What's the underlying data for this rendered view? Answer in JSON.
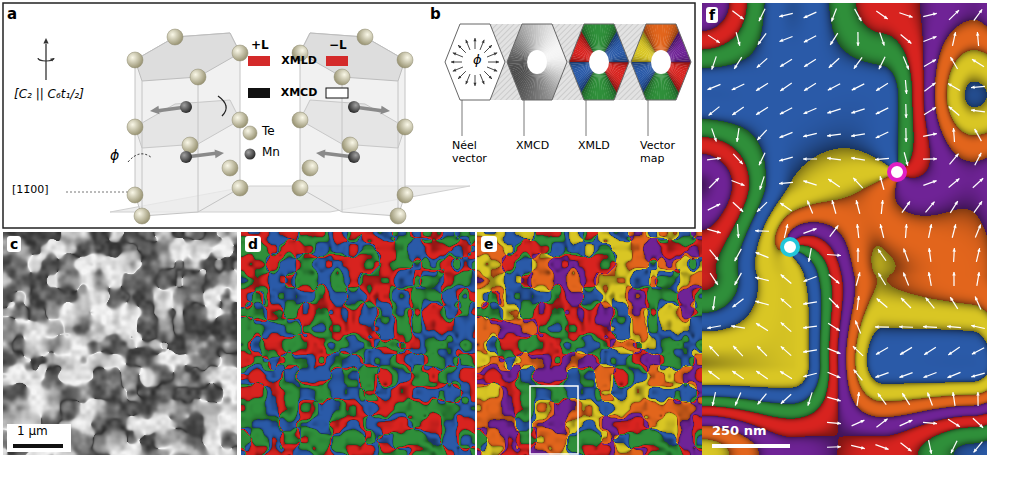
{
  "diagram": {
    "labels": [
      "a",
      "[C₂ || C₆t₁/₂]",
      "+L",
      "XMLD",
      "−L",
      "XMCD",
      "Te",
      "Mn",
      "ϕ",
      "[11̄00]",
      "b",
      "ϕ",
      "Néel vector",
      "XMCD",
      "XMLD",
      "Vector map",
      "c",
      "1 μm",
      "d",
      "e",
      "f",
      "250 nm"
    ]
  }
}
